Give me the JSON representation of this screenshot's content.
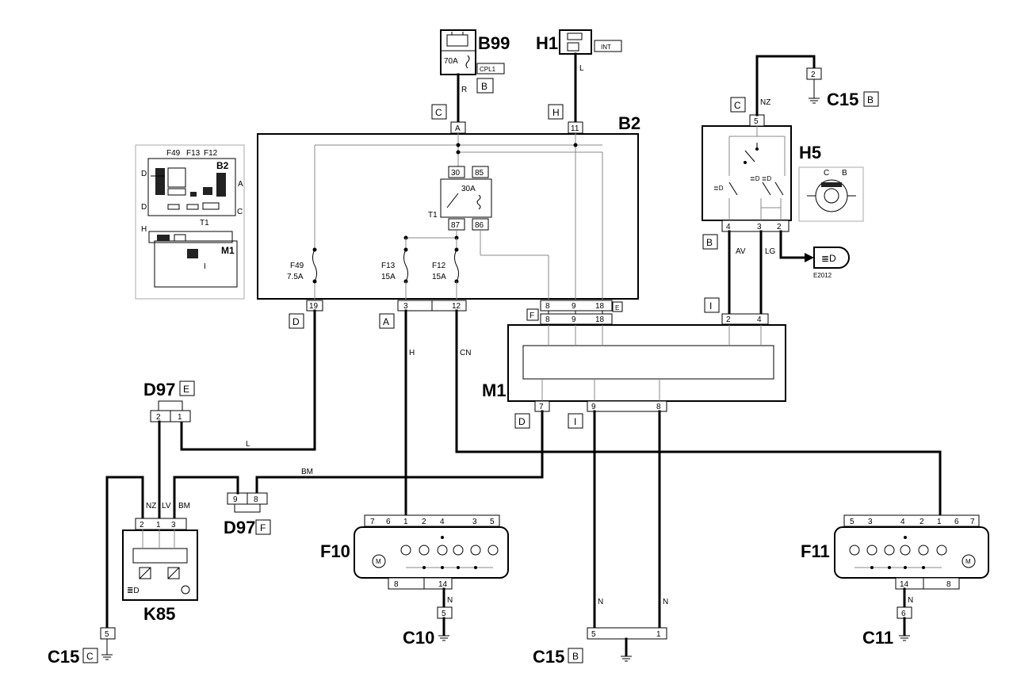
{
  "components": {
    "B99": "B99",
    "H1": "H1",
    "B2": "B2",
    "H5": "H5",
    "M1": "M1",
    "D97_top": "D97",
    "D97_bottom": "D97",
    "K85": "K85",
    "F10": "F10",
    "F11": "F11",
    "E2012": "E2012",
    "C15_top": "C15",
    "C15_left": "C15",
    "C15_mid": "C15",
    "C10": "C10",
    "C11": "C11"
  },
  "tags": {
    "B99_B": "B",
    "H1_INT": "INT",
    "B99_CPL1": "CPL1",
    "wire_A_C": "C",
    "wire_11_H": "H",
    "H5_C": "C",
    "C15_top_B": "B",
    "H5_B": "B",
    "M1_I_top": "I",
    "B2_D": "D",
    "B2_A": "A",
    "B2_F": "F",
    "B2_E": "E",
    "D97_E": "E",
    "D97_F": "F",
    "M1_D": "D",
    "M1_I_bot": "I",
    "C15_left_C": "C",
    "C15_mid_B": "B"
  },
  "fuses": {
    "B99_fuse": "70A",
    "relay_fuse": "30A",
    "relay_name": "T1",
    "F49": "F49",
    "F49_rating": "7.5A",
    "F13": "F13",
    "F13_rating": "15A",
    "F12": "F12",
    "F12_rating": "15A"
  },
  "wire_colors": {
    "R": "R",
    "L_top": "L",
    "NZ_top": "NZ",
    "AV": "AV",
    "LG": "LG",
    "H": "H",
    "CN": "CN",
    "L_mid": "L",
    "BM_mid": "BM",
    "NZ_k": "NZ",
    "LV_k": "LV",
    "BM_k": "BM",
    "N_f10": "N",
    "N_1": "N",
    "N_2": "N",
    "N_f11": "N"
  },
  "pins": {
    "B2_A": "A",
    "B2_11": "11",
    "relay_30": "30",
    "relay_85": "85",
    "relay_87": "87",
    "relay_86": "86",
    "B2_19": "19",
    "B2_3": "3",
    "B2_12": "12",
    "B2_8": "8",
    "B2_9": "9",
    "B2_18": "18",
    "M1_8": "8",
    "M1_9": "9",
    "M1_18": "18",
    "M1_2": "2",
    "M1_4": "4",
    "M1_7": "7",
    "M1_9b": "9",
    "M1_8b": "8",
    "H5_5": "5",
    "H5_4": "4",
    "H5_3": "3",
    "H5_2": "2",
    "C15_top_2": "2",
    "D97_2": "2",
    "D97_1": "1",
    "D97b_9": "9",
    "D97b_8": "8",
    "K85_2": "2",
    "K85_1": "1",
    "K85_3": "3",
    "F10_7": "7",
    "F10_6": "6",
    "F10_1": "1",
    "F10_2": "2",
    "F10_4": "4",
    "F10_3": "3",
    "F10_5": "5",
    "F10_8": "8",
    "F10_14": "14",
    "C10_5": "5",
    "F11_5": "5",
    "F11_3": "3",
    "F11_4": "4",
    "F11_2": "2",
    "F11_1": "1",
    "F11_6": "6",
    "F11_7": "7",
    "F11_14": "14",
    "F11_8": "8",
    "C11_6": "6",
    "C15_left_5": "5",
    "C15_mid_5": "5",
    "C15_mid_1": "1"
  },
  "inset": {
    "F49": "F49",
    "F13": "F13",
    "F12": "F12",
    "B2": "B2",
    "D1": "D",
    "A": "A",
    "D2": "D",
    "C": "C",
    "T1": "T1",
    "H": "H",
    "M1": "M1",
    "I": "I"
  },
  "h5_inset": {
    "C": "C",
    "B": "B"
  }
}
